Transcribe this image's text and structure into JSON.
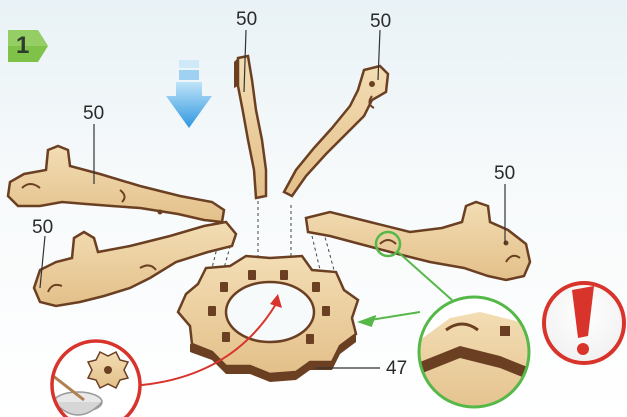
{
  "step": {
    "number": "1"
  },
  "labels": {
    "top_left_piece": "50",
    "top_right_piece": "50",
    "left_upper_piece": "50",
    "left_lower_piece": "50",
    "right_piece": "50",
    "base_gear": "47"
  },
  "colors": {
    "wood": "#ecd1a3",
    "wood_edge": "#6b3f22",
    "arrow_blue": "#3fa6e8",
    "callout_green": "#55b848",
    "warning_red": "#d8342b",
    "badge_green": "#7fc24a"
  },
  "icons": {
    "direction": "down-arrow-icon",
    "warning": "exclamation-icon",
    "glue": "glue-bowl-icon"
  }
}
